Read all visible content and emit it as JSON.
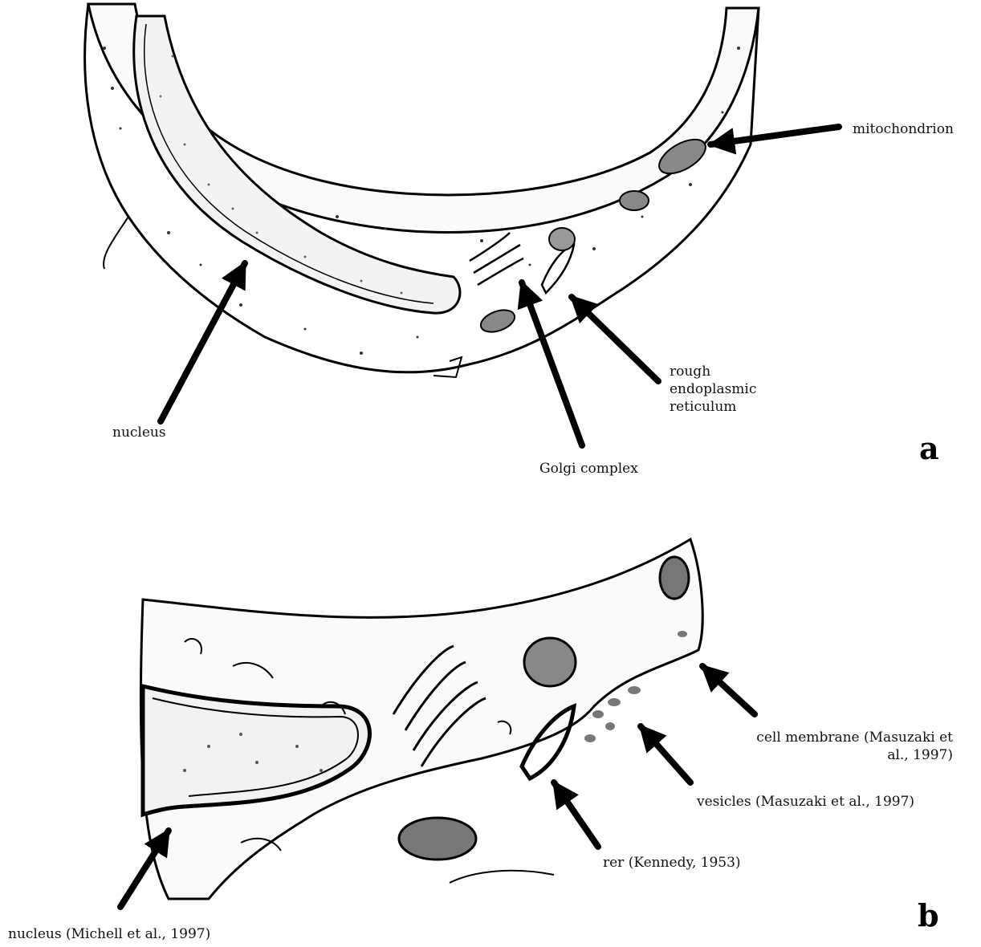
{
  "panel_a": {
    "letter": "a",
    "labels": {
      "mitochondrion": "mitochondrion",
      "rer": "rough\nendoplasmic\nreticulum",
      "nucleus": "nucleus",
      "golgi": "Golgi complex"
    }
  },
  "panel_b": {
    "letter": "b",
    "labels": {
      "cell_membrane": "cell membrane (Masuzaki et\nal., 1997)",
      "vesicles": "vesicles (Masuzaki et al., 1997)",
      "rer": "rer (Kennedy, 1953)",
      "nucleus": "nucleus (Michell et al., 1997)"
    }
  }
}
